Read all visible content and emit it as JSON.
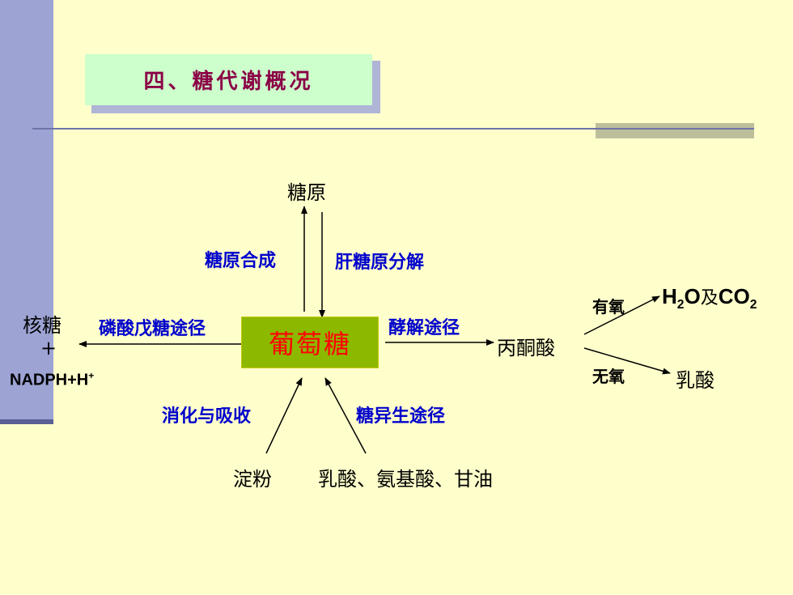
{
  "title": "四、糖代谢概况",
  "center": "葡萄糖",
  "nodes": {
    "glycogen": "糖原",
    "ribose": "核糖",
    "plus": "+",
    "nadph": "NADPH+H",
    "nadph_sup": "+",
    "pyruvate": "丙酮酸",
    "product_h2o_h": "H",
    "product_h2o_sub": "2",
    "product_h2o_o": "O",
    "product_and": "及",
    "product_co": "CO",
    "product_co_sub": "2",
    "lactate": "乳酸",
    "starch": "淀粉",
    "gluconeogenic_sources": "乳酸、氨基酸、甘油"
  },
  "pathways": {
    "glycogenesis": "糖原合成",
    "glycogenolysis": "肝糖原分解",
    "pentose_phosphate": "磷酸戊糖途径",
    "glycolysis": "酵解途径",
    "aerobic": "有氧",
    "anaerobic": "无氧",
    "digestion": "消化与吸收",
    "gluconeogenesis": "糖异生途径"
  }
}
